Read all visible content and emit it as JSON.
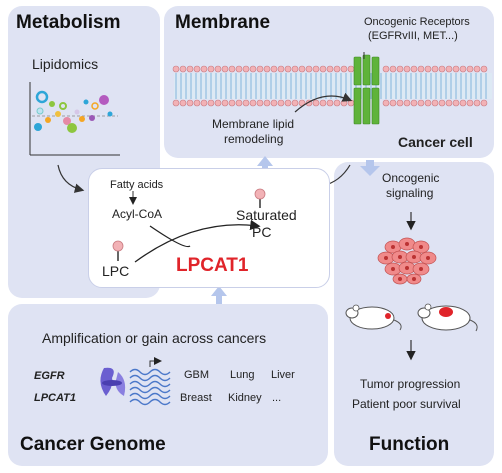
{
  "metabolism": {
    "title": "Metabolism",
    "lipidomics": "Lipidomics"
  },
  "membrane": {
    "title": "Membrane",
    "receptors": "Oncogenic Receptors",
    "receptors_examples": "(EGFRvIII, MET...)",
    "remodeling_line1": "Membrane lipid",
    "remodeling_line2": "remodeling",
    "cancer_cell": "Cancer cell"
  },
  "center": {
    "fatty_acids": "Fatty acids",
    "acyl_coa": "Acyl-CoA",
    "saturated": "Saturated",
    "pc": "PC",
    "lpc": "LPC",
    "enzyme": "LPCAT1"
  },
  "genome": {
    "title": "Cancer Genome",
    "heading": "Amplification or gain across cancers",
    "gene1": "EGFR",
    "gene2": "LPCAT1",
    "cancers": [
      "GBM",
      "Lung",
      "Liver",
      "Breast",
      "Kidney",
      "..."
    ]
  },
  "function": {
    "title": "Function",
    "signaling_line1": "Oncogenic",
    "signaling_line2": "signaling",
    "outcome1": "Tumor progression",
    "outcome2": "Patient poor survival"
  },
  "colors": {
    "panel": "#dfe3f3",
    "enzyme_red": "#e0242a",
    "arrow_blue": "#a9bde8",
    "tumor_cell": "#f08a8a",
    "receptor_green": "#5fb33a",
    "lipid_head": "#e8a1a6"
  }
}
